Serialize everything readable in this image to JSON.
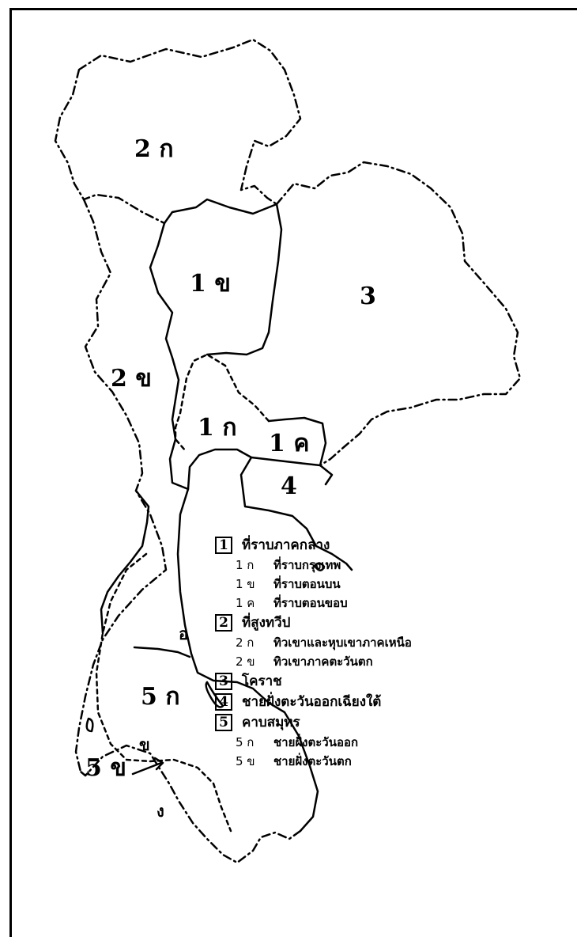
{
  "map": {
    "region_labels": {
      "r2a": "2 ก",
      "r1b": "1 ข",
      "r3": "3",
      "r2b": "2 ข",
      "r1a": "1 ก",
      "r1c": "1 ค",
      "r4": "4",
      "r5a": "5 ก",
      "r5b": "5 ข",
      "coast_mark": "อ",
      "small_mark_1": "ข",
      "small_mark_2": "ง"
    }
  },
  "legend": [
    {
      "number": "1",
      "label": "ที่ราบภาคกลาง",
      "subs": [
        {
          "code": "1 ก",
          "label": "ที่ราบกรุงเทพ"
        },
        {
          "code": "1 ข",
          "label": "ที่ราบตอนบน"
        },
        {
          "code": "1 ค",
          "label": "ที่ราบตอนขอบ"
        }
      ]
    },
    {
      "number": "2",
      "label": "ที่สูงทวีป",
      "subs": [
        {
          "code": "2 ก",
          "label": "ทิวเขาและหุบเขาภาคเหนือ"
        },
        {
          "code": "2 ข",
          "label": "ทิวเขาภาคตะวันตก"
        }
      ]
    },
    {
      "number": "3",
      "label": "โคราช",
      "subs": []
    },
    {
      "number": "4",
      "label": "ชายฝั่งตะวันออกเฉียงใต้",
      "subs": []
    },
    {
      "number": "5",
      "label": "คาบสมุทร",
      "subs": [
        {
          "code": "5 ก",
          "label": "ชายฝั่งตะวันออก"
        },
        {
          "code": "5 ข",
          "label": "ชายฝั่งตะวันตก"
        }
      ]
    }
  ]
}
